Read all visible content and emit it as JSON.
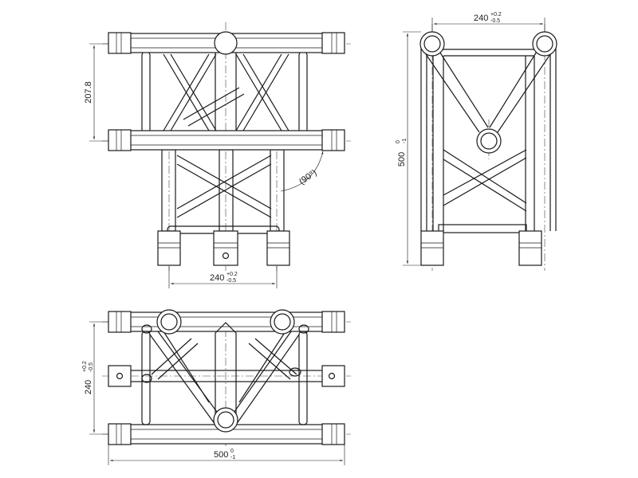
{
  "front_view": {
    "dim_height": "207.8",
    "dim_width": "240",
    "dim_width_tol_upper": "+0.2",
    "dim_width_tol_lower": "-0.5",
    "angle_label": "(90°)"
  },
  "side_view": {
    "dim_width": "240",
    "dim_width_tol_upper": "+0.2",
    "dim_width_tol_lower": "-0.5",
    "dim_height": "500",
    "dim_height_tol_upper": "0",
    "dim_height_tol_lower": "-1"
  },
  "top_view": {
    "dim_height": "240",
    "dim_height_tol_upper": "+0.2",
    "dim_height_tol_lower": "-0.5",
    "dim_width": "500",
    "dim_width_tol_upper": "0",
    "dim_width_tol_lower": "-1"
  }
}
